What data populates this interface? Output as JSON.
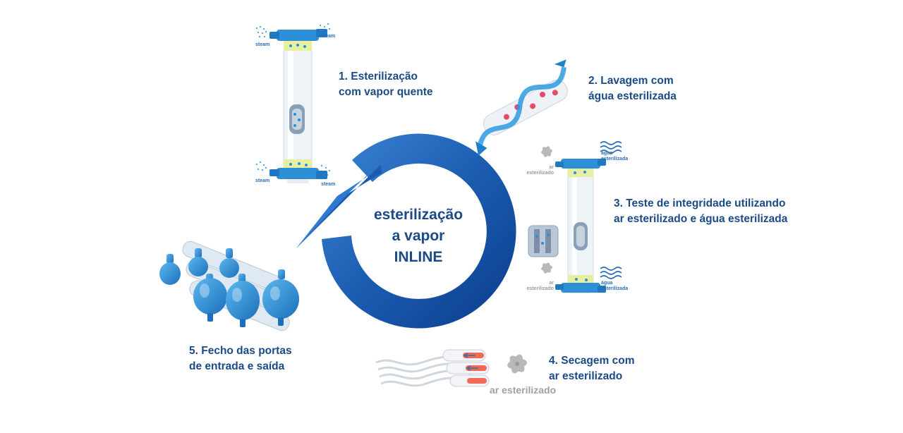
{
  "center": {
    "line1": "esterilização",
    "line2": "a vapor",
    "line3": "INLINE"
  },
  "steps": {
    "step1": {
      "line1": "1. Esterilização",
      "line2": "com vapor quente"
    },
    "step2": {
      "line1": "2. Lavagem com",
      "line2": "água esterilizada"
    },
    "step3": {
      "line1": "3. Teste de integridade utilizando",
      "line2": "ar esterilizado e água esterilizada"
    },
    "step4": {
      "line1": "4. Secagem com",
      "line2": "ar esterilizado"
    },
    "step5": {
      "line1": "5. Fecho das portas",
      "line2": "de entrada e saída"
    }
  },
  "small_labels": {
    "steam": "steam",
    "agua_line1": "água",
    "agua_line2": "esterilizada",
    "ar_line1": "ar",
    "ar_line2": "esterilizado",
    "ar_esterilizado": "ar esterilizado"
  },
  "colors": {
    "text": "#1b4a86",
    "arrow_dark": "#0d3f8f",
    "arrow_light": "#3a7fd0",
    "module_blue": "#2d8fd5",
    "air_grey": "#a0a0a0"
  }
}
